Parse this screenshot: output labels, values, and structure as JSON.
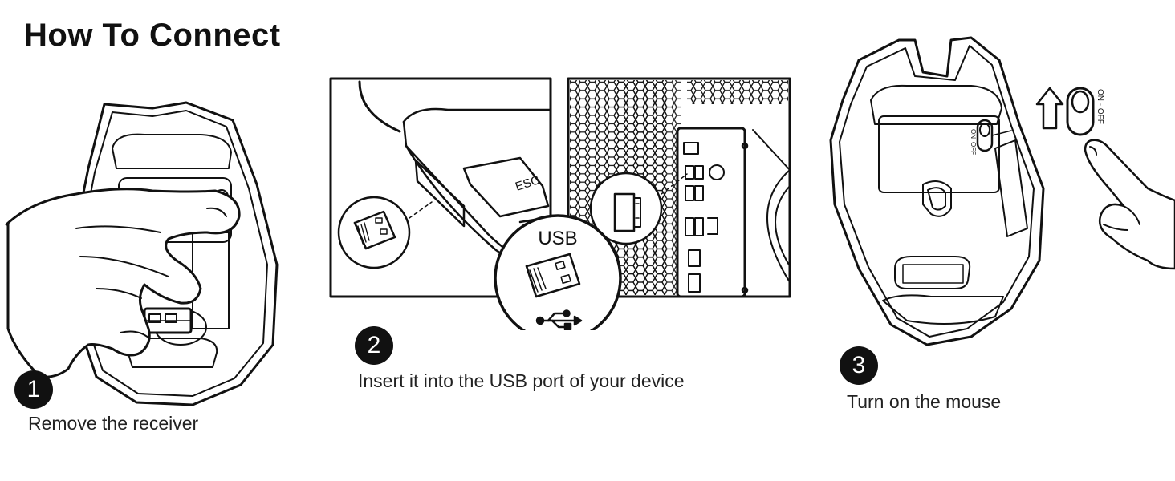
{
  "title": "How To Connect",
  "steps": [
    {
      "number": "1",
      "caption": "Remove the receiver"
    },
    {
      "number": "2",
      "caption": "Insert it into the USB port of your device"
    },
    {
      "number": "3",
      "caption": "Turn on the mouse"
    }
  ],
  "labels": {
    "esc_key": "ESC",
    "usb": "USB",
    "switch_on": "ON",
    "switch_off": "OFF",
    "switch_vertical": "ON - OFF"
  }
}
